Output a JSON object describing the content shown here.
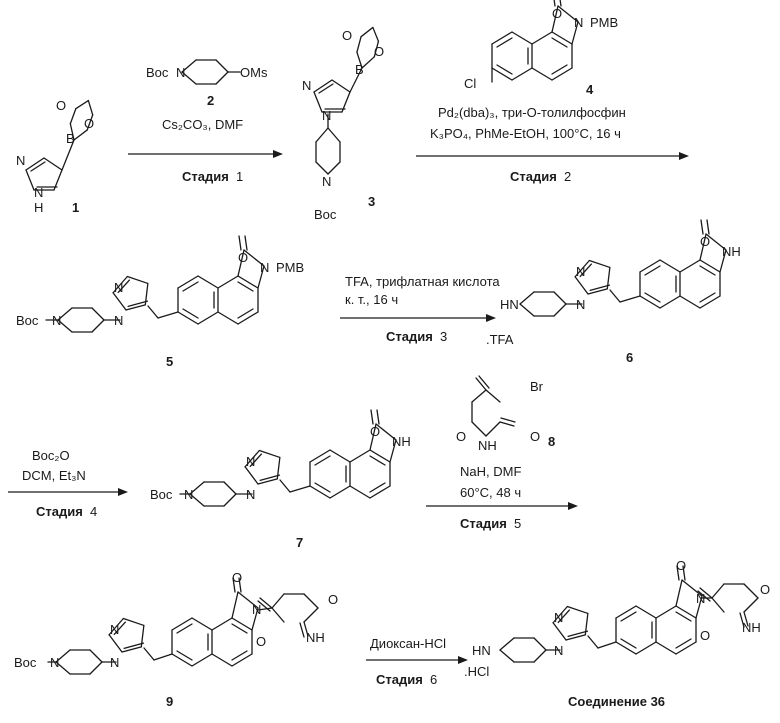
{
  "compounds": {
    "c1": {
      "number": "1"
    },
    "c2": {
      "number": "2",
      "labels": [
        "Boc",
        "OMs"
      ]
    },
    "c3": {
      "number": "3",
      "labels": [
        "Boc"
      ]
    },
    "c4": {
      "number": "4",
      "labels": [
        "PMB",
        "Cl"
      ]
    },
    "c5": {
      "number": "5",
      "labels": [
        "Boc",
        "PMB"
      ]
    },
    "c6": {
      "number": "6",
      "salt": ".TFA"
    },
    "c7": {
      "number": "7",
      "labels": [
        "Boc"
      ]
    },
    "c8": {
      "number": "8",
      "labels": [
        "Br"
      ]
    },
    "c9": {
      "number": "9",
      "labels": [
        "Boc"
      ]
    },
    "c36": {
      "number": "Соединение 36",
      "salt": ".HCl"
    }
  },
  "atoms": {
    "N": "N",
    "NH": "NH",
    "HN": "HN",
    "H": "H",
    "O": "O",
    "B": "B"
  },
  "steps": [
    {
      "stage": "Стадия",
      "num": "1",
      "reagents": [
        "Cs₂CO₃, DMF"
      ]
    },
    {
      "stage": "Стадия",
      "num": "2",
      "reagents": [
        "Pd₂(dba)₃, три-О-толилфосфин",
        "K₃PO₄, PhMe-EtOH, 100°C, 16 ч"
      ]
    },
    {
      "stage": "Стадия",
      "num": "3",
      "reagents": [
        "TFA, трифлатная кислота",
        "к. т., 16 ч"
      ]
    },
    {
      "stage": "Стадия",
      "num": "4",
      "reagents": [
        "Boc₂O",
        "DCM, Et₃N"
      ]
    },
    {
      "stage": "Стадия",
      "num": "5",
      "reagents": [
        "NaH, DMF",
        "60°C, 48 ч"
      ]
    },
    {
      "stage": "Стадия",
      "num": "6",
      "reagents": [
        "Диоксан-HCl"
      ]
    }
  ]
}
